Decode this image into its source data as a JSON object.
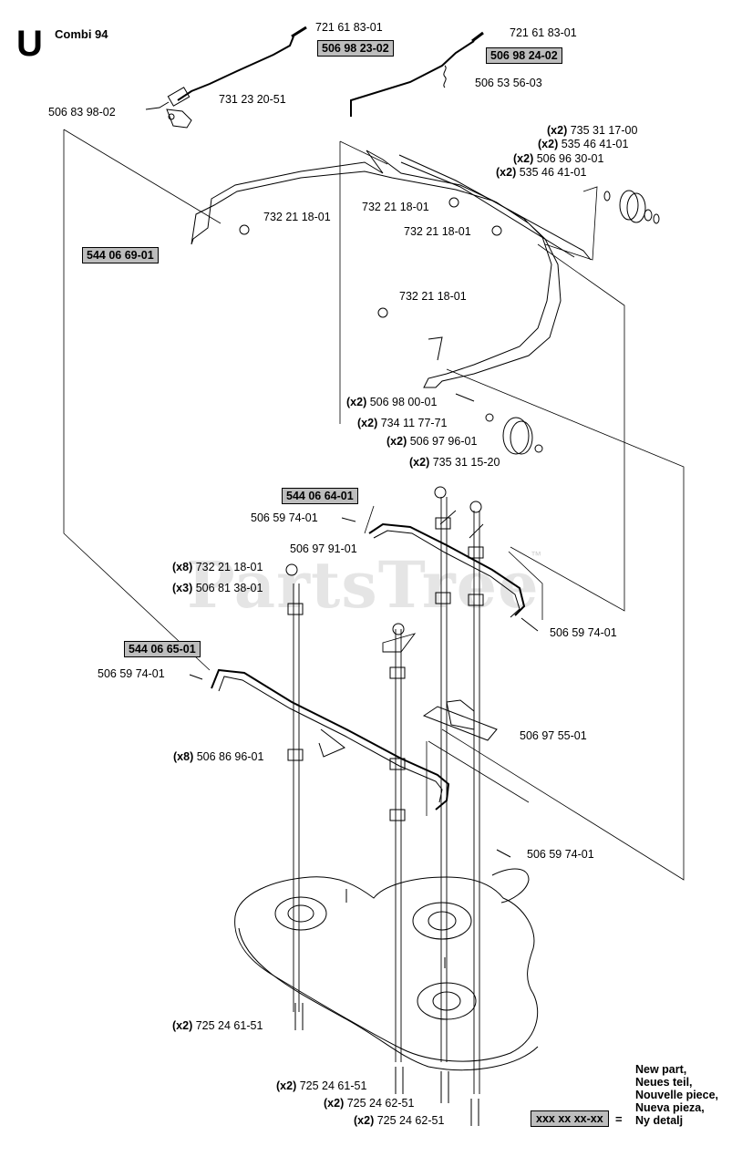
{
  "header": {
    "section_letter": "U",
    "title": "Combi 94"
  },
  "watermark": {
    "text": "PartsTree",
    "trademark": "™"
  },
  "new_part_color": "#bdbdbd",
  "parts": {
    "p1": {
      "qty": "",
      "number": "721 61 83-01"
    },
    "p2": {
      "qty": "",
      "number": "506 98 23-02",
      "new": true
    },
    "p3": {
      "qty": "",
      "number": "731 23 20-51"
    },
    "p4": {
      "qty": "",
      "number": "506 83 98-02"
    },
    "p5": {
      "qty": "",
      "number": "721 61 83-01"
    },
    "p6": {
      "qty": "",
      "number": "506 98 24-02",
      "new": true
    },
    "p7": {
      "qty": "",
      "number": "506 53 56-03"
    },
    "p8": {
      "qty": "(x2)",
      "number": "735 31 17-00"
    },
    "p9": {
      "qty": "(x2)",
      "number": "535 46 41-01"
    },
    "p10": {
      "qty": "(x2)",
      "number": "506 96 30-01"
    },
    "p11": {
      "qty": "(x2)",
      "number": "535 46 41-01"
    },
    "p12": {
      "qty": "",
      "number": "732 21 18-01"
    },
    "p13": {
      "qty": "",
      "number": "732 21 18-01"
    },
    "p14": {
      "qty": "",
      "number": "732 21 18-01"
    },
    "p15": {
      "qty": "",
      "number": "544 06 69-01",
      "new": true
    },
    "p16": {
      "qty": "",
      "number": "732 21 18-01"
    },
    "p17": {
      "qty": "(x2)",
      "number": "506 98 00-01"
    },
    "p18": {
      "qty": "(x2)",
      "number": "734 11 77-71"
    },
    "p19": {
      "qty": "(x2)",
      "number": "506 97 96-01"
    },
    "p20": {
      "qty": "(x2)",
      "number": "735 31 15-20"
    },
    "p21": {
      "qty": "",
      "number": "544 06 64-01",
      "new": true
    },
    "p22": {
      "qty": "",
      "number": "506 59 74-01"
    },
    "p23": {
      "qty": "",
      "number": "506 97 91-01"
    },
    "p24": {
      "qty": "(x8)",
      "number": "732 21 18-01"
    },
    "p25": {
      "qty": "(x3)",
      "number": "506 81 38-01"
    },
    "p26": {
      "qty": "",
      "number": "506 59 74-01"
    },
    "p27": {
      "qty": "",
      "number": "544 06 65-01",
      "new": true
    },
    "p28": {
      "qty": "",
      "number": "506 59 74-01"
    },
    "p29": {
      "qty": "",
      "number": "506 97 55-01"
    },
    "p30": {
      "qty": "(x8)",
      "number": "506 86 96-01"
    },
    "p31": {
      "qty": "",
      "number": "506 59 74-01"
    },
    "p32": {
      "qty": "(x2)",
      "number": "725 24 61-51"
    },
    "p33": {
      "qty": "(x2)",
      "number": "725 24 61-51"
    },
    "p34": {
      "qty": "(x2)",
      "number": "725 24 62-51"
    },
    "p35": {
      "qty": "(x2)",
      "number": "725 24 62-51"
    }
  },
  "legend": {
    "lines": [
      "New part,",
      "Neues teil,",
      "Nouvelle piece,",
      "Nueva pieza,",
      "Ny detalj"
    ],
    "box": "xxx xx xx-xx",
    "equals": "="
  }
}
